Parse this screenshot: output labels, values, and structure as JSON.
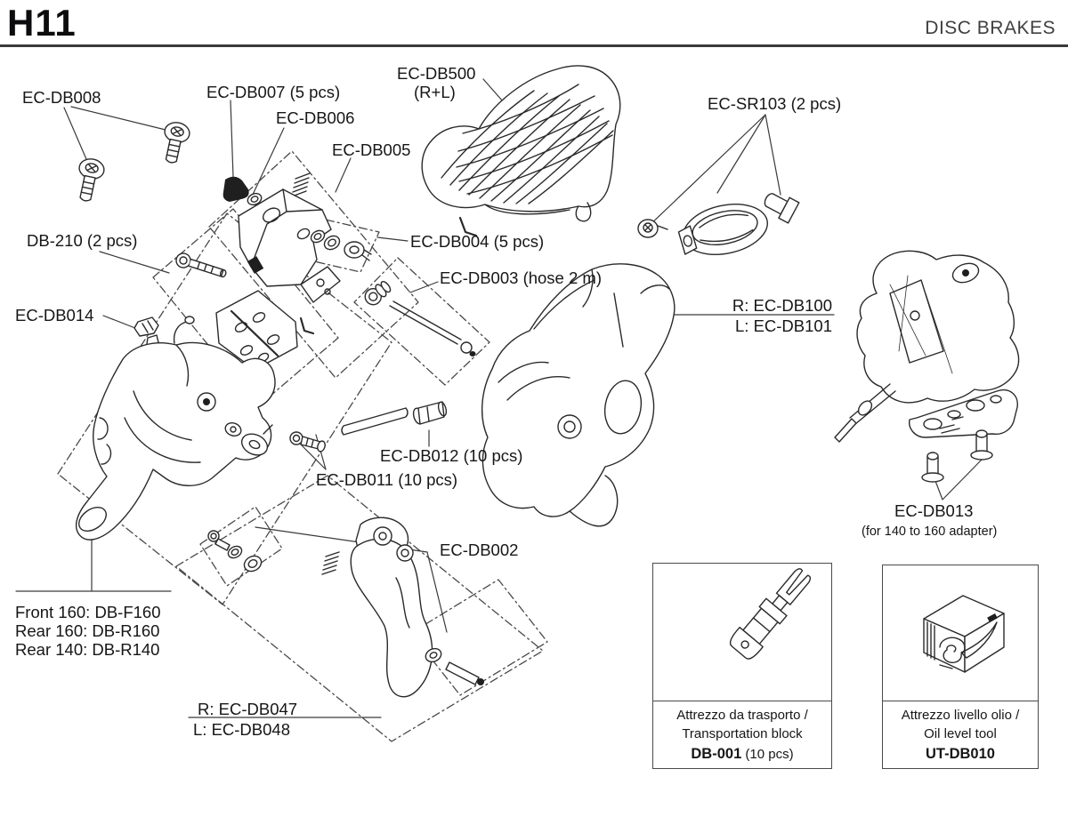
{
  "header": {
    "title": "H11",
    "section": "DISC BRAKES"
  },
  "labels": {
    "ec_db008": "EC-DB008",
    "ec_db007": "EC-DB007 (5 pcs)",
    "ec_db006": "EC-DB006",
    "ec_db005": "EC-DB005",
    "ec_db500": "EC-DB500",
    "ec_db500_sub": "(R+L)",
    "ec_sr103": "EC-SR103 (2 pcs)",
    "db_210": "DB-210 (2 pcs)",
    "ec_db004": "EC-DB004 (5 pcs)",
    "ec_db003": "EC-DB003 (hose 2 m)",
    "ec_db014": "EC-DB014",
    "ec_db100": "R: EC-DB100",
    "ec_db101": "L: EC-DB101",
    "ec_db012": "EC-DB012 (10 pcs)",
    "ec_db011": "EC-DB011 (10 pcs)",
    "ec_db013": "EC-DB013",
    "ec_db013_sub": "(for 140 to 160 adapter)",
    "ec_db002": "EC-DB002",
    "rotor_front_160": "Front 160: DB-F160",
    "rotor_rear_160": "Rear 160: DB-R160",
    "rotor_rear_140": "Rear 140: DB-R140",
    "ec_db047": "R: EC-DB047",
    "ec_db048": "L: EC-DB048"
  },
  "boxes": {
    "transport": {
      "line1": "Attrezzo da trasporto /",
      "line2": "Transportation block",
      "code": "DB-001",
      "qty": " (10 pcs)"
    },
    "oil": {
      "line1": "Attrezzo livello olio /",
      "line2": "Oil level tool",
      "code": "UT-DB010",
      "qty": ""
    }
  },
  "colors": {
    "line_art": "#2a2a2a",
    "rule": "#3a3a3a",
    "dashed_box": "#4a4a4a",
    "text": "#161616"
  }
}
